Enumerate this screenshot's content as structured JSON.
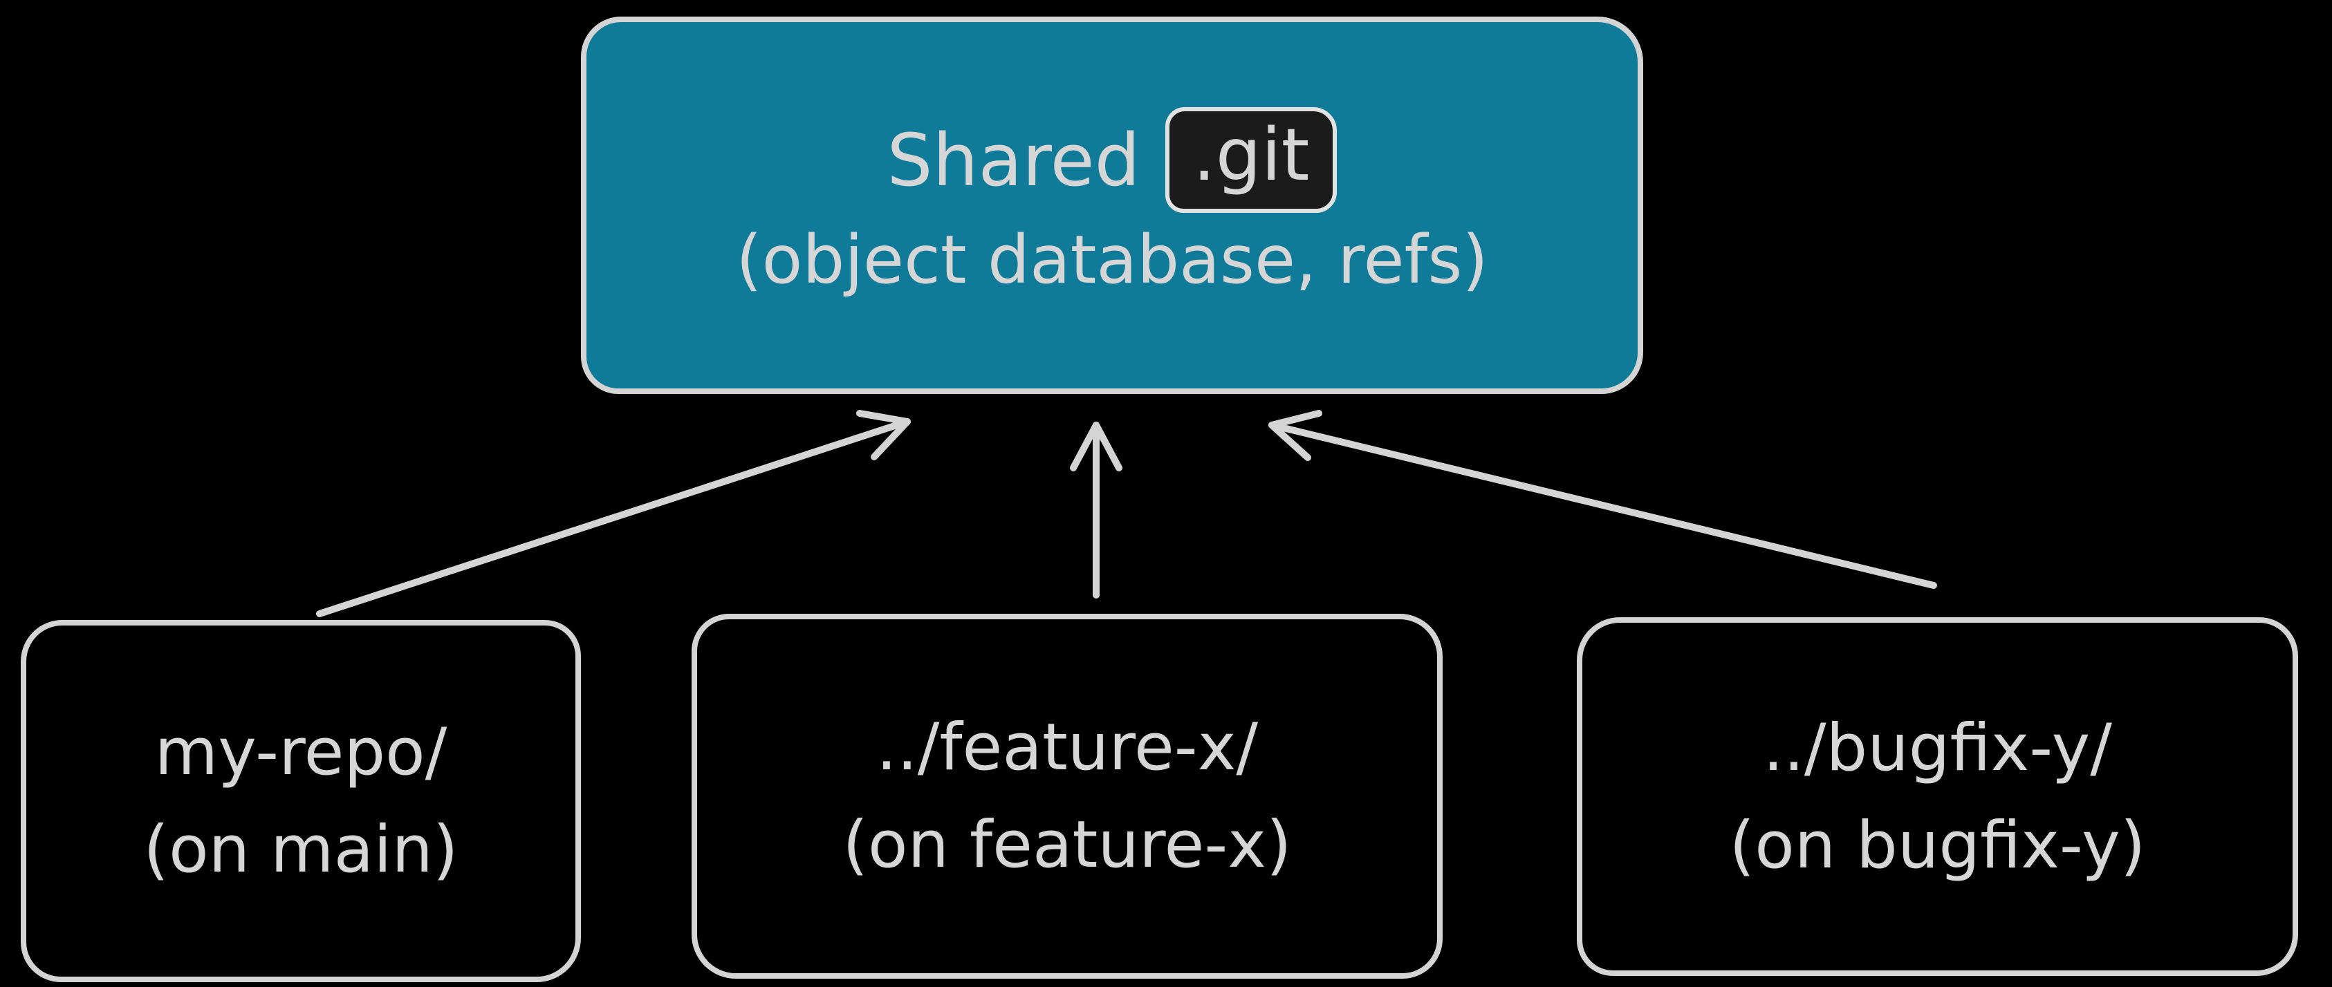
{
  "diagram": {
    "background_color": "#000000",
    "stroke_color": "#d4d4d4",
    "shared_box": {
      "fill_color": "#0f7b99",
      "badge_fill_color": "#1b1b1b",
      "title_prefix": "Shared",
      "git_badge": ".git",
      "subtitle": "(object database, refs)"
    },
    "worktrees": [
      {
        "path": "my-repo/",
        "branch": "(on main)"
      },
      {
        "path": "../feature-x/",
        "branch": "(on feature-x)"
      },
      {
        "path": "../bugfix-y/",
        "branch": "(on bugfix-y)"
      }
    ],
    "arrows": [
      {
        "from": "my-repo/",
        "to": "Shared .git"
      },
      {
        "from": "../feature-x/",
        "to": "Shared .git"
      },
      {
        "from": "../bugfix-y/",
        "to": "Shared .git"
      }
    ]
  }
}
